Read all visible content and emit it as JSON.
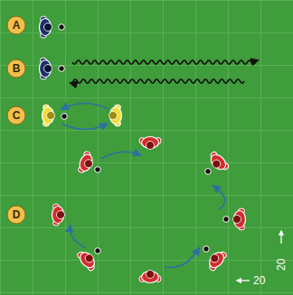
{
  "diagram": {
    "nodes": [
      {
        "text": [
          "A"
        ]
      },
      {
        "text": [
          "B"
        ]
      },
      {
        "text": [
          "C"
        ]
      },
      {
        "text": [
          "D"
        ]
      }
    ],
    "labels": [
      "20",
      "20"
    ]
  }
}
